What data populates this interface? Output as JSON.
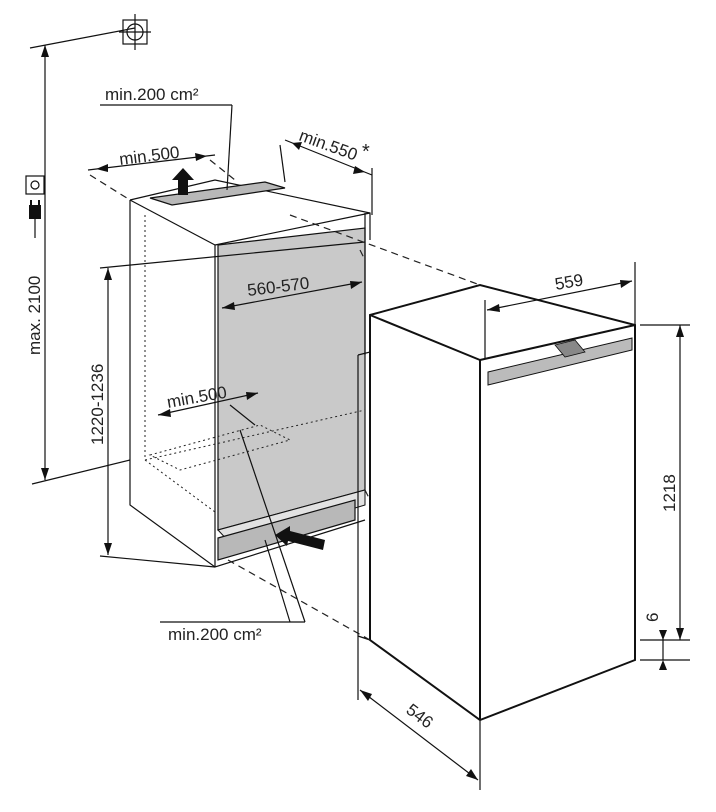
{
  "labels": {
    "max_height": "max. 2100",
    "vent_top_area": "min.200 cm²",
    "vent_top_width": "min.500",
    "depth_niche": "min.550",
    "depth_asterisk": "*",
    "niche_width": "560-570",
    "niche_height": "1220-1236",
    "vent_bottom_width": "min.500",
    "vent_bottom_area": "min.200 cm²",
    "appliance_width": "559",
    "appliance_height": "1218",
    "appliance_offset": "6",
    "appliance_depth": "546"
  },
  "icons": [
    "plug-icon",
    "socket-icon",
    "crosshair-icon",
    "up-arrow-icon",
    "right-arrow-icon"
  ],
  "colors": {
    "niche_interior": "#c9c9c9",
    "vent_grille": "#b8b8b8",
    "line": "#111111"
  }
}
